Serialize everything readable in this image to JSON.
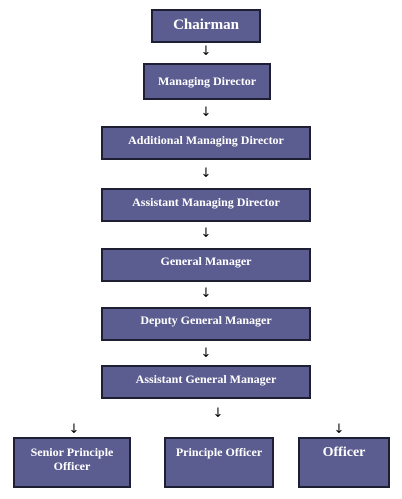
{
  "chart": {
    "nodes": {
      "chairman": "Chairman",
      "managing_director": "Managing Director",
      "additional_managing_director": "Additional Managing Director",
      "assistant_managing_director": "Assistant Managing Director",
      "general_manager": "General Manager",
      "deputy_general_manager": "Deputy General Manager",
      "assistant_general_manager": "Assistant General Manager",
      "senior_principle_officer": "Senior Principle Officer",
      "principle_officer": "Principle Officer",
      "officer": "Officer"
    },
    "arrow_glyph": "↓",
    "colors": {
      "box_fill": "#5b5c8f",
      "box_border": "#1f1f33",
      "box_text": "#ffffff",
      "arrow": "#000000"
    }
  }
}
